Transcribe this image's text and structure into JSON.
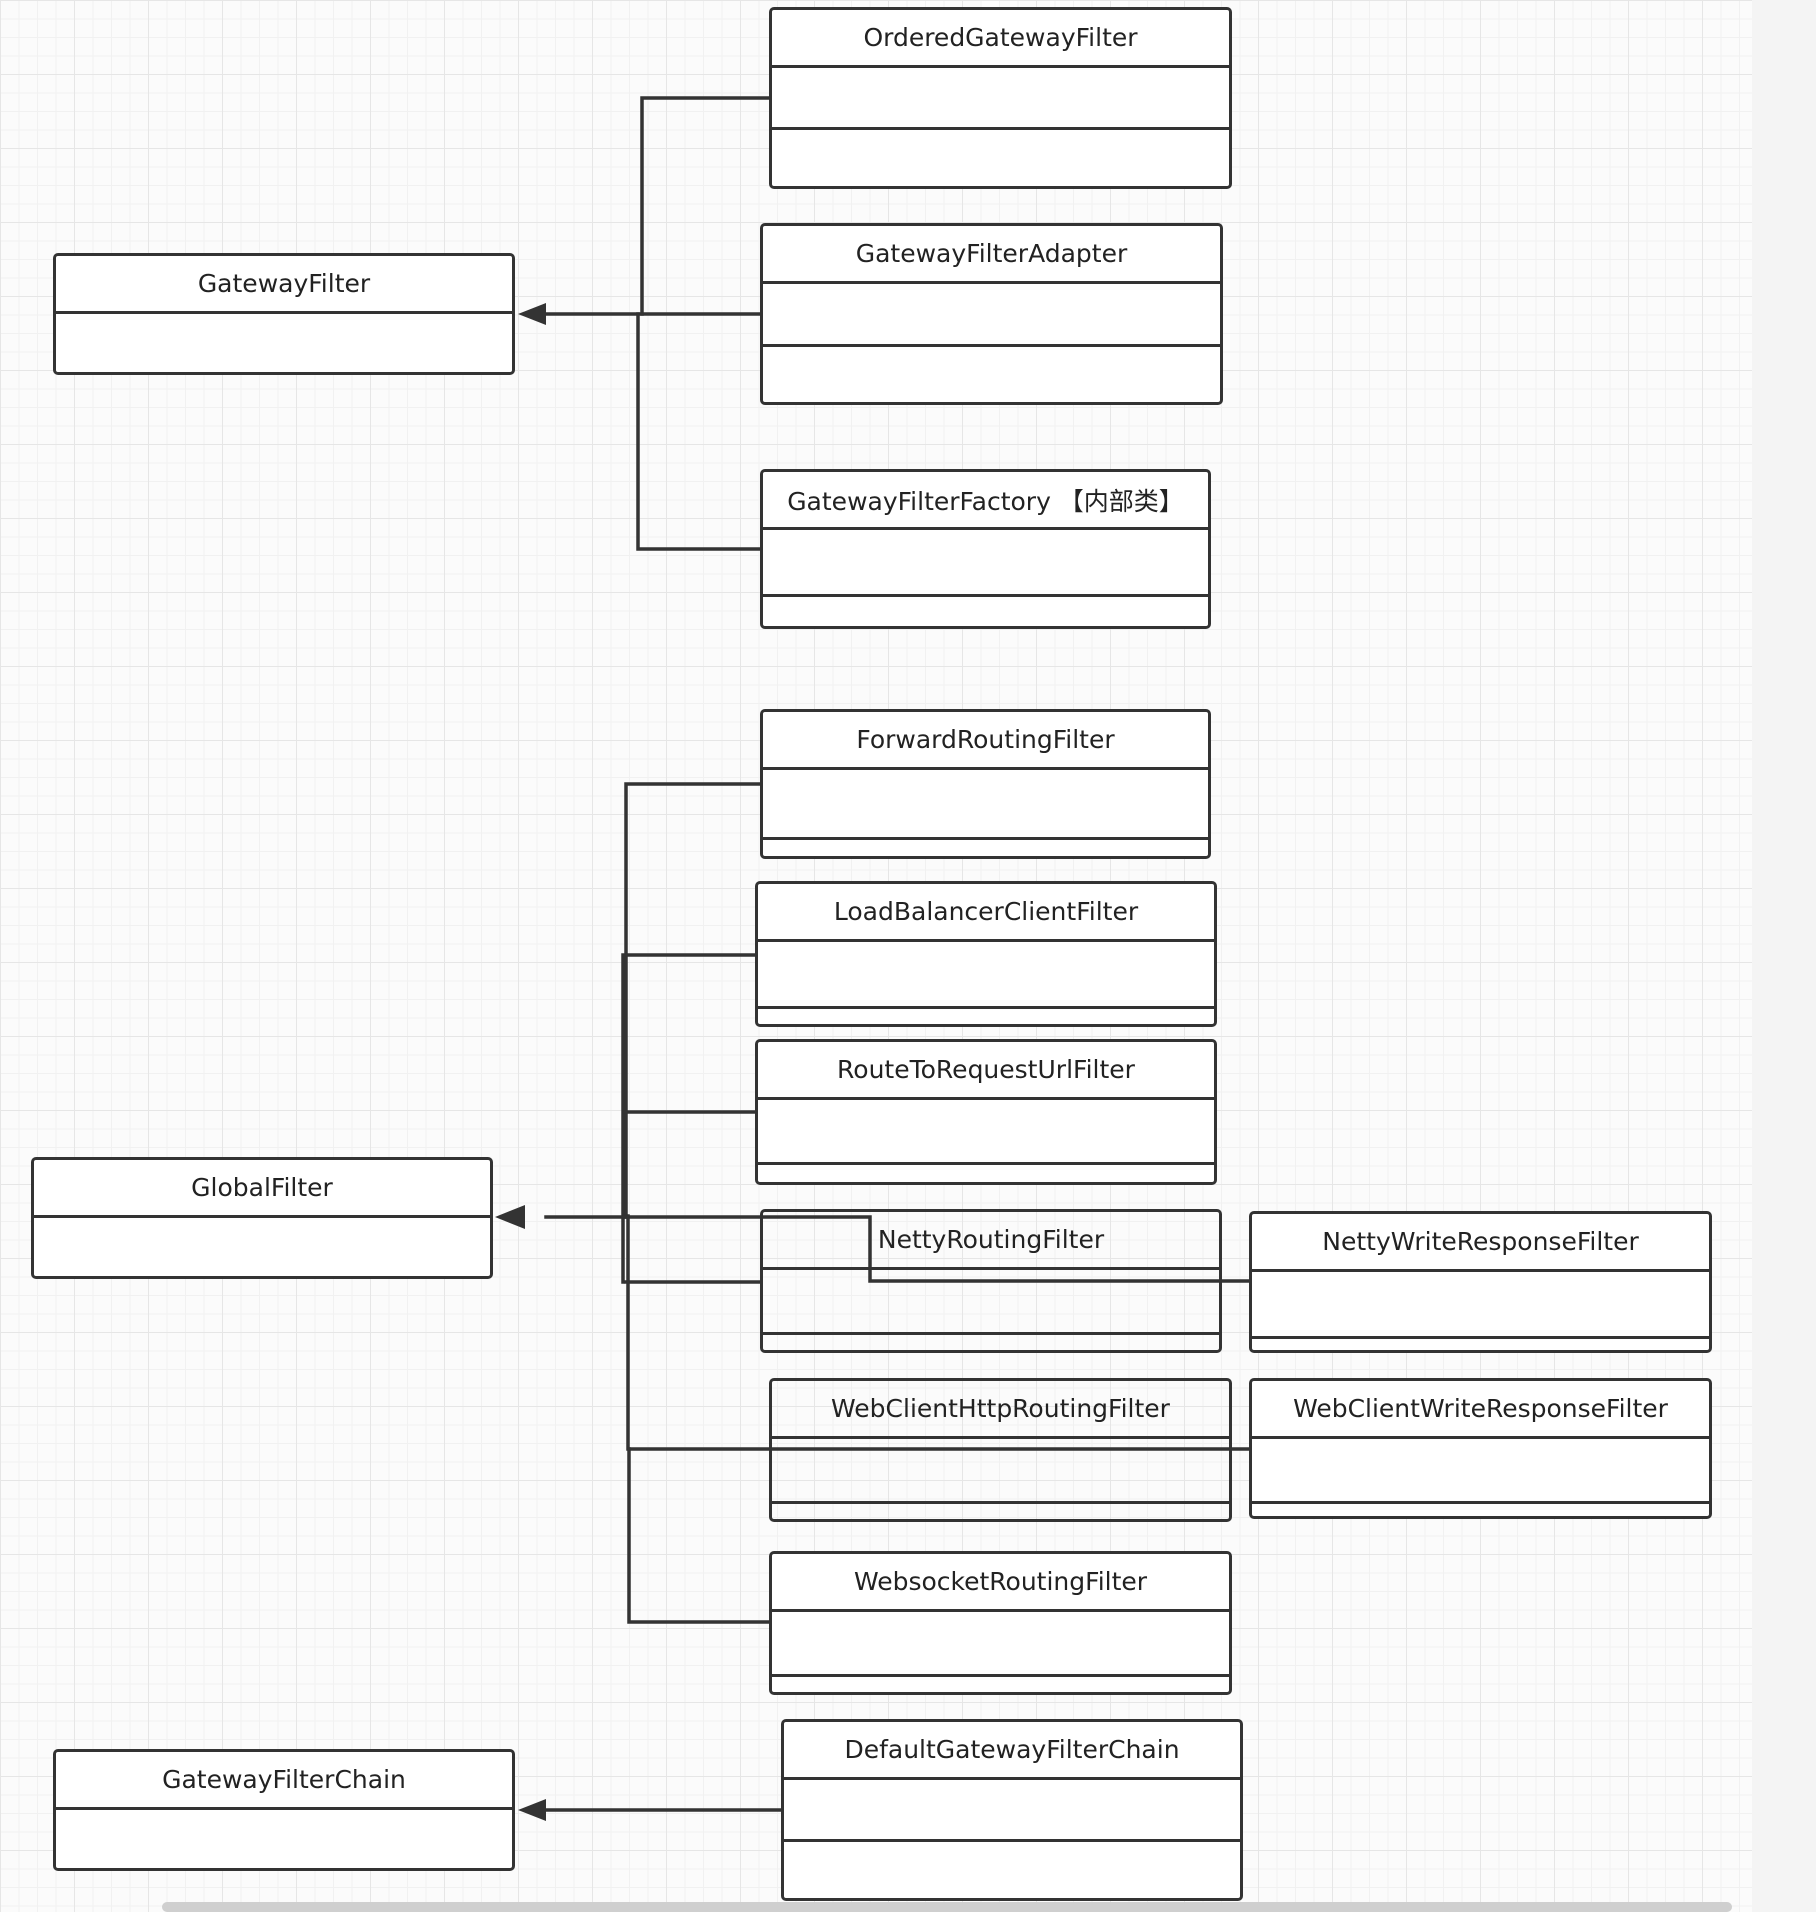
{
  "diagram": {
    "classes": {
      "gateway_filter": "GatewayFilter",
      "ordered_gateway_filter": "OrderedGatewayFilter",
      "gateway_filter_adapter": "GatewayFilterAdapter",
      "gateway_filter_factory": "GatewayFilterFactory 【内部类】",
      "global_filter": "GlobalFilter",
      "forward_routing_filter": "ForwardRoutingFilter",
      "load_balancer_client_filter": "LoadBalancerClientFilter",
      "route_to_request_url_filter": "RouteToRequestUrlFilter",
      "netty_routing_filter": "NettyRoutingFilter",
      "netty_write_response_filter": "NettyWriteResponseFilter",
      "web_client_http_routing_filter": "WebClientHttpRoutingFilter",
      "web_client_write_response_filter": "WebClientWriteResponseFilter",
      "websocket_routing_filter": "WebsocketRoutingFilter",
      "gateway_filter_chain": "GatewayFilterChain",
      "default_gateway_filter_chain": "DefaultGatewayFilterChain"
    },
    "relations": [
      {
        "from": "OrderedGatewayFilter",
        "to": "GatewayFilter",
        "type": "generalization"
      },
      {
        "from": "GatewayFilterAdapter",
        "to": "GatewayFilter",
        "type": "generalization"
      },
      {
        "from": "GatewayFilterFactory 【内部类】",
        "to": "GatewayFilter",
        "type": "generalization"
      },
      {
        "from": "ForwardRoutingFilter",
        "to": "GlobalFilter",
        "type": "generalization"
      },
      {
        "from": "LoadBalancerClientFilter",
        "to": "GlobalFilter",
        "type": "generalization"
      },
      {
        "from": "RouteToRequestUrlFilter",
        "to": "GlobalFilter",
        "type": "generalization"
      },
      {
        "from": "NettyRoutingFilter",
        "to": "GlobalFilter",
        "type": "generalization"
      },
      {
        "from": "NettyWriteResponseFilter",
        "to": "GlobalFilter",
        "type": "generalization"
      },
      {
        "from": "WebClientHttpRoutingFilter",
        "to": "GlobalFilter",
        "type": "generalization"
      },
      {
        "from": "WebClientWriteResponseFilter",
        "to": "GlobalFilter",
        "type": "generalization"
      },
      {
        "from": "WebsocketRoutingFilter",
        "to": "GlobalFilter",
        "type": "generalization"
      },
      {
        "from": "DefaultGatewayFilterChain",
        "to": "GatewayFilterChain",
        "type": "generalization"
      }
    ]
  },
  "colors": {
    "line": "#333333",
    "text": "#222222",
    "grid": "#e6e6e6",
    "canvas": "#fbfbfb"
  }
}
